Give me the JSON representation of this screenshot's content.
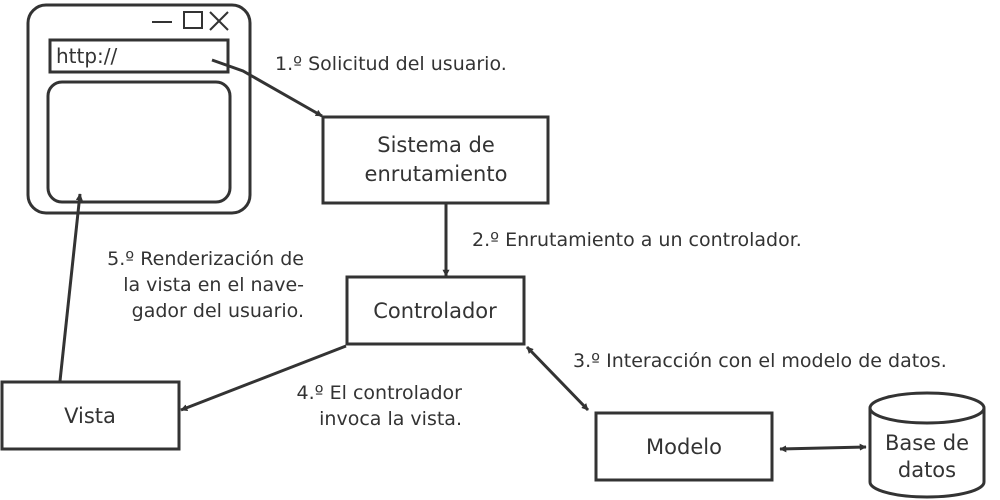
{
  "browser": {
    "url_text": "http://"
  },
  "nodes": {
    "routing": [
      "Sistema de",
      "enrutamiento"
    ],
    "controller": [
      "Controlador"
    ],
    "view": [
      "Vista"
    ],
    "model": [
      "Modelo"
    ],
    "database": [
      "Base de",
      "datos"
    ]
  },
  "steps": {
    "step1": [
      "1.º Solicitud del usuario."
    ],
    "step2": [
      "2.º Enrutamiento a un controlador."
    ],
    "step3": [
      "3.º Interacción con el modelo de datos."
    ],
    "step4": [
      "4.º El controlador",
      "invoca la vista."
    ],
    "step5": [
      "5.º Renderización de",
      "la vista en el nave-",
      "gador del usuario."
    ]
  },
  "colors": {
    "stroke": "#333333",
    "background": "#ffffff"
  }
}
